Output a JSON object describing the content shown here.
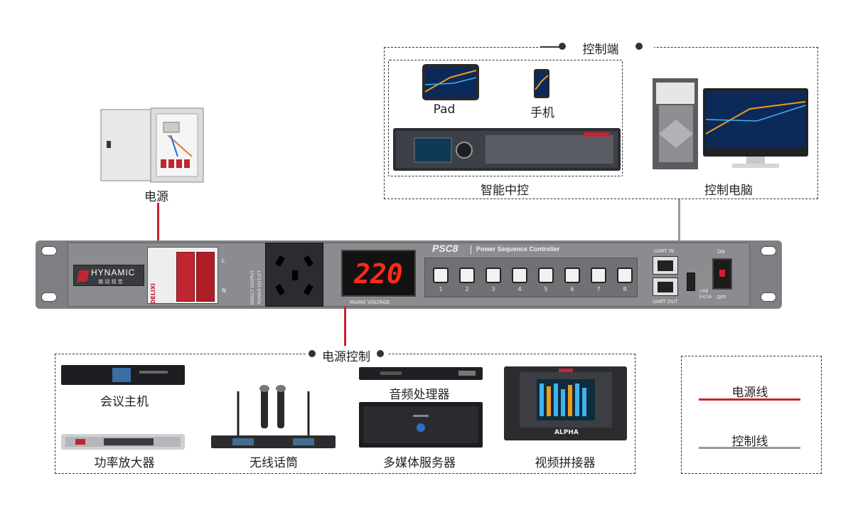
{
  "top": {
    "power_source_label": "电源",
    "control_end_title": "控制端",
    "pad_label": "Pad",
    "phone_label": "手机",
    "smart_control_label": "智能中控",
    "control_pc_label": "控制电脑"
  },
  "rack": {
    "brand": "HYNAMIC",
    "brand_sub": "瀚 动 视 觉",
    "model": "PSC8",
    "model_desc": "Power Sequence Controller",
    "breaker_brand": "DELIXI",
    "outlet_label_1": "DIRECT OUTPUT",
    "outlet_label_2": "POWER OUTLET",
    "display_value": "220",
    "display_caption": "MAINS VOLTAGE",
    "channels": [
      "1",
      "2",
      "3",
      "4",
      "5",
      "6",
      "7",
      "8"
    ],
    "uart_in": "UART IN",
    "uart_out": "UART OUT",
    "usb_1": "USB",
    "usb_2": "5V/1A",
    "switch_on": "ON",
    "switch_off": "OFF",
    "breaker_l": "L",
    "breaker_n": "N"
  },
  "bottom": {
    "power_control_title": "电源控制",
    "conference_host": "会议主机",
    "power_amp": "功率放大器",
    "wireless_mic": "无线话筒",
    "audio_processor": "音频处理器",
    "media_server": "多媒体服务器",
    "video_splicer": "视频拼接器",
    "splicer_brand": "ALPHA"
  },
  "legend": {
    "power_line": "电源线",
    "control_line": "控制线",
    "colors": {
      "power": "#d0202e",
      "control": "#9a9a9a"
    }
  }
}
